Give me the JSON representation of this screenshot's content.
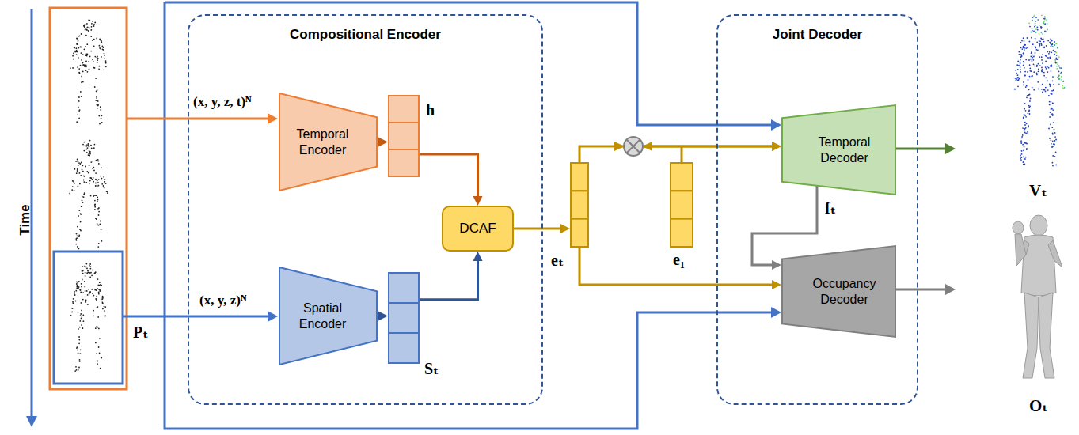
{
  "diagram": {
    "nodes": [
      {
        "text": [
          "Compositional Encoder"
        ]
      },
      {
        "text": [
          "Temporal Encoder"
        ],
        "in": 0
      },
      {
        "text": [
          "h"
        ],
        "in": 0
      },
      {
        "text": [
          "Spatial Encoder"
        ],
        "in": 0
      },
      {
        "text": [
          "Sₜ"
        ],
        "in": 0
      },
      {
        "text": [
          "DCAF"
        ],
        "in": 0
      },
      {
        "text": [
          "eₜ"
        ]
      },
      {
        "text": [
          "e₁"
        ]
      },
      {
        "text": [
          "Joint Decoder"
        ]
      },
      {
        "text": [
          "Temporal Decoder"
        ],
        "in": 8
      },
      {
        "text": [
          "Occupancy Decoder"
        ],
        "in": 8
      }
    ],
    "edges": [
      {
        "from": 1,
        "to": 2,
        "arrow": "to"
      },
      {
        "from": 3,
        "to": 4,
        "arrow": "to"
      },
      {
        "from": 2,
        "to": 5,
        "arrow": "to"
      },
      {
        "from": 4,
        "to": 5,
        "arrow": "to"
      },
      {
        "from": 5,
        "to": 6,
        "arrow": "to"
      },
      {
        "from": 6,
        "to": 9,
        "arrow": "to"
      },
      {
        "from": 7,
        "to": 9,
        "arrow": "to"
      },
      {
        "from": 6,
        "to": 10,
        "arrow": "to"
      },
      {
        "from": 9,
        "to": 10,
        "label": "fₜ",
        "arrow": "to"
      }
    ],
    "labels": [
      "Time",
      "(x, y, z, t)ᴺ",
      "(x, y, z)ᴺ",
      "Pₜ",
      "Vₜ",
      "Oₜ"
    ]
  }
}
